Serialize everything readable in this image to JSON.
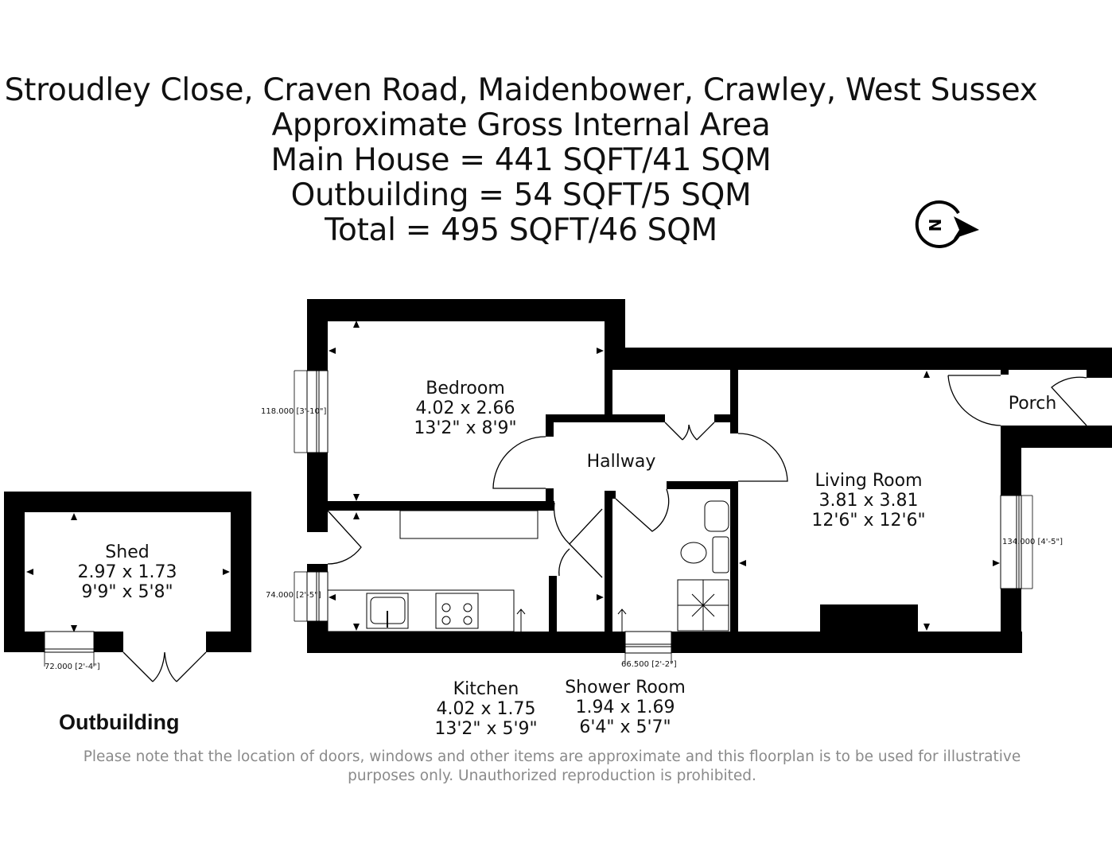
{
  "header": {
    "address": "Stroudley Close, Craven Road, Maidenbower, Crawley, West Sussex",
    "subtitle": "Approximate Gross Internal Area",
    "main_house_area": "Main House = 441 SQFT/41 SQM",
    "outbuilding_area": "Outbuilding = 54 SQFT/5 SQM",
    "total_area": "Total = 495 SQFT/46 SQM"
  },
  "compass": {
    "icon": "north-compass-icon",
    "letter": "N"
  },
  "rooms": {
    "bedroom": {
      "name": "Bedroom",
      "metric": "4.02 x 2.66",
      "imperial": "13'2\" x 8'9\""
    },
    "hallway": {
      "name": "Hallway"
    },
    "living_room": {
      "name": "Living Room",
      "metric": "3.81 x 3.81",
      "imperial": "12'6\" x 12'6\""
    },
    "porch": {
      "name": "Porch"
    },
    "kitchen": {
      "name": "Kitchen",
      "metric": "4.02 x 1.75",
      "imperial": "13'2\" x 5'9\""
    },
    "shower_room": {
      "name": "Shower Room",
      "metric": "1.94 x 1.69",
      "imperial": "6'4\" x 5'7\""
    },
    "shed": {
      "name": "Shed",
      "metric": "2.97 x 1.73",
      "imperial": "9'9\" x 5'8\""
    }
  },
  "window_dimensions": {
    "bedroom_window": "118.000 [3'-10\"]",
    "kitchen_window": "74.000 [2'-5\"]",
    "living_window": "134.000 [4'-5\"]",
    "shower_window": "66.500 [2'-2\"]",
    "shed_window": "72.000 [2'-4\"]"
  },
  "section_labels": {
    "outbuilding": "Outbuilding"
  },
  "footer": {
    "disclaimer_line1": "Please note that the location of doors, windows and other items are approximate and this floorplan is to be used for illustrative",
    "disclaimer_line2": "purposes only. Unauthorized reproduction is prohibited."
  },
  "colors": {
    "wall": "#000000",
    "text": "#111111",
    "disclaimer": "#8a8a8a",
    "background": "#ffffff"
  }
}
